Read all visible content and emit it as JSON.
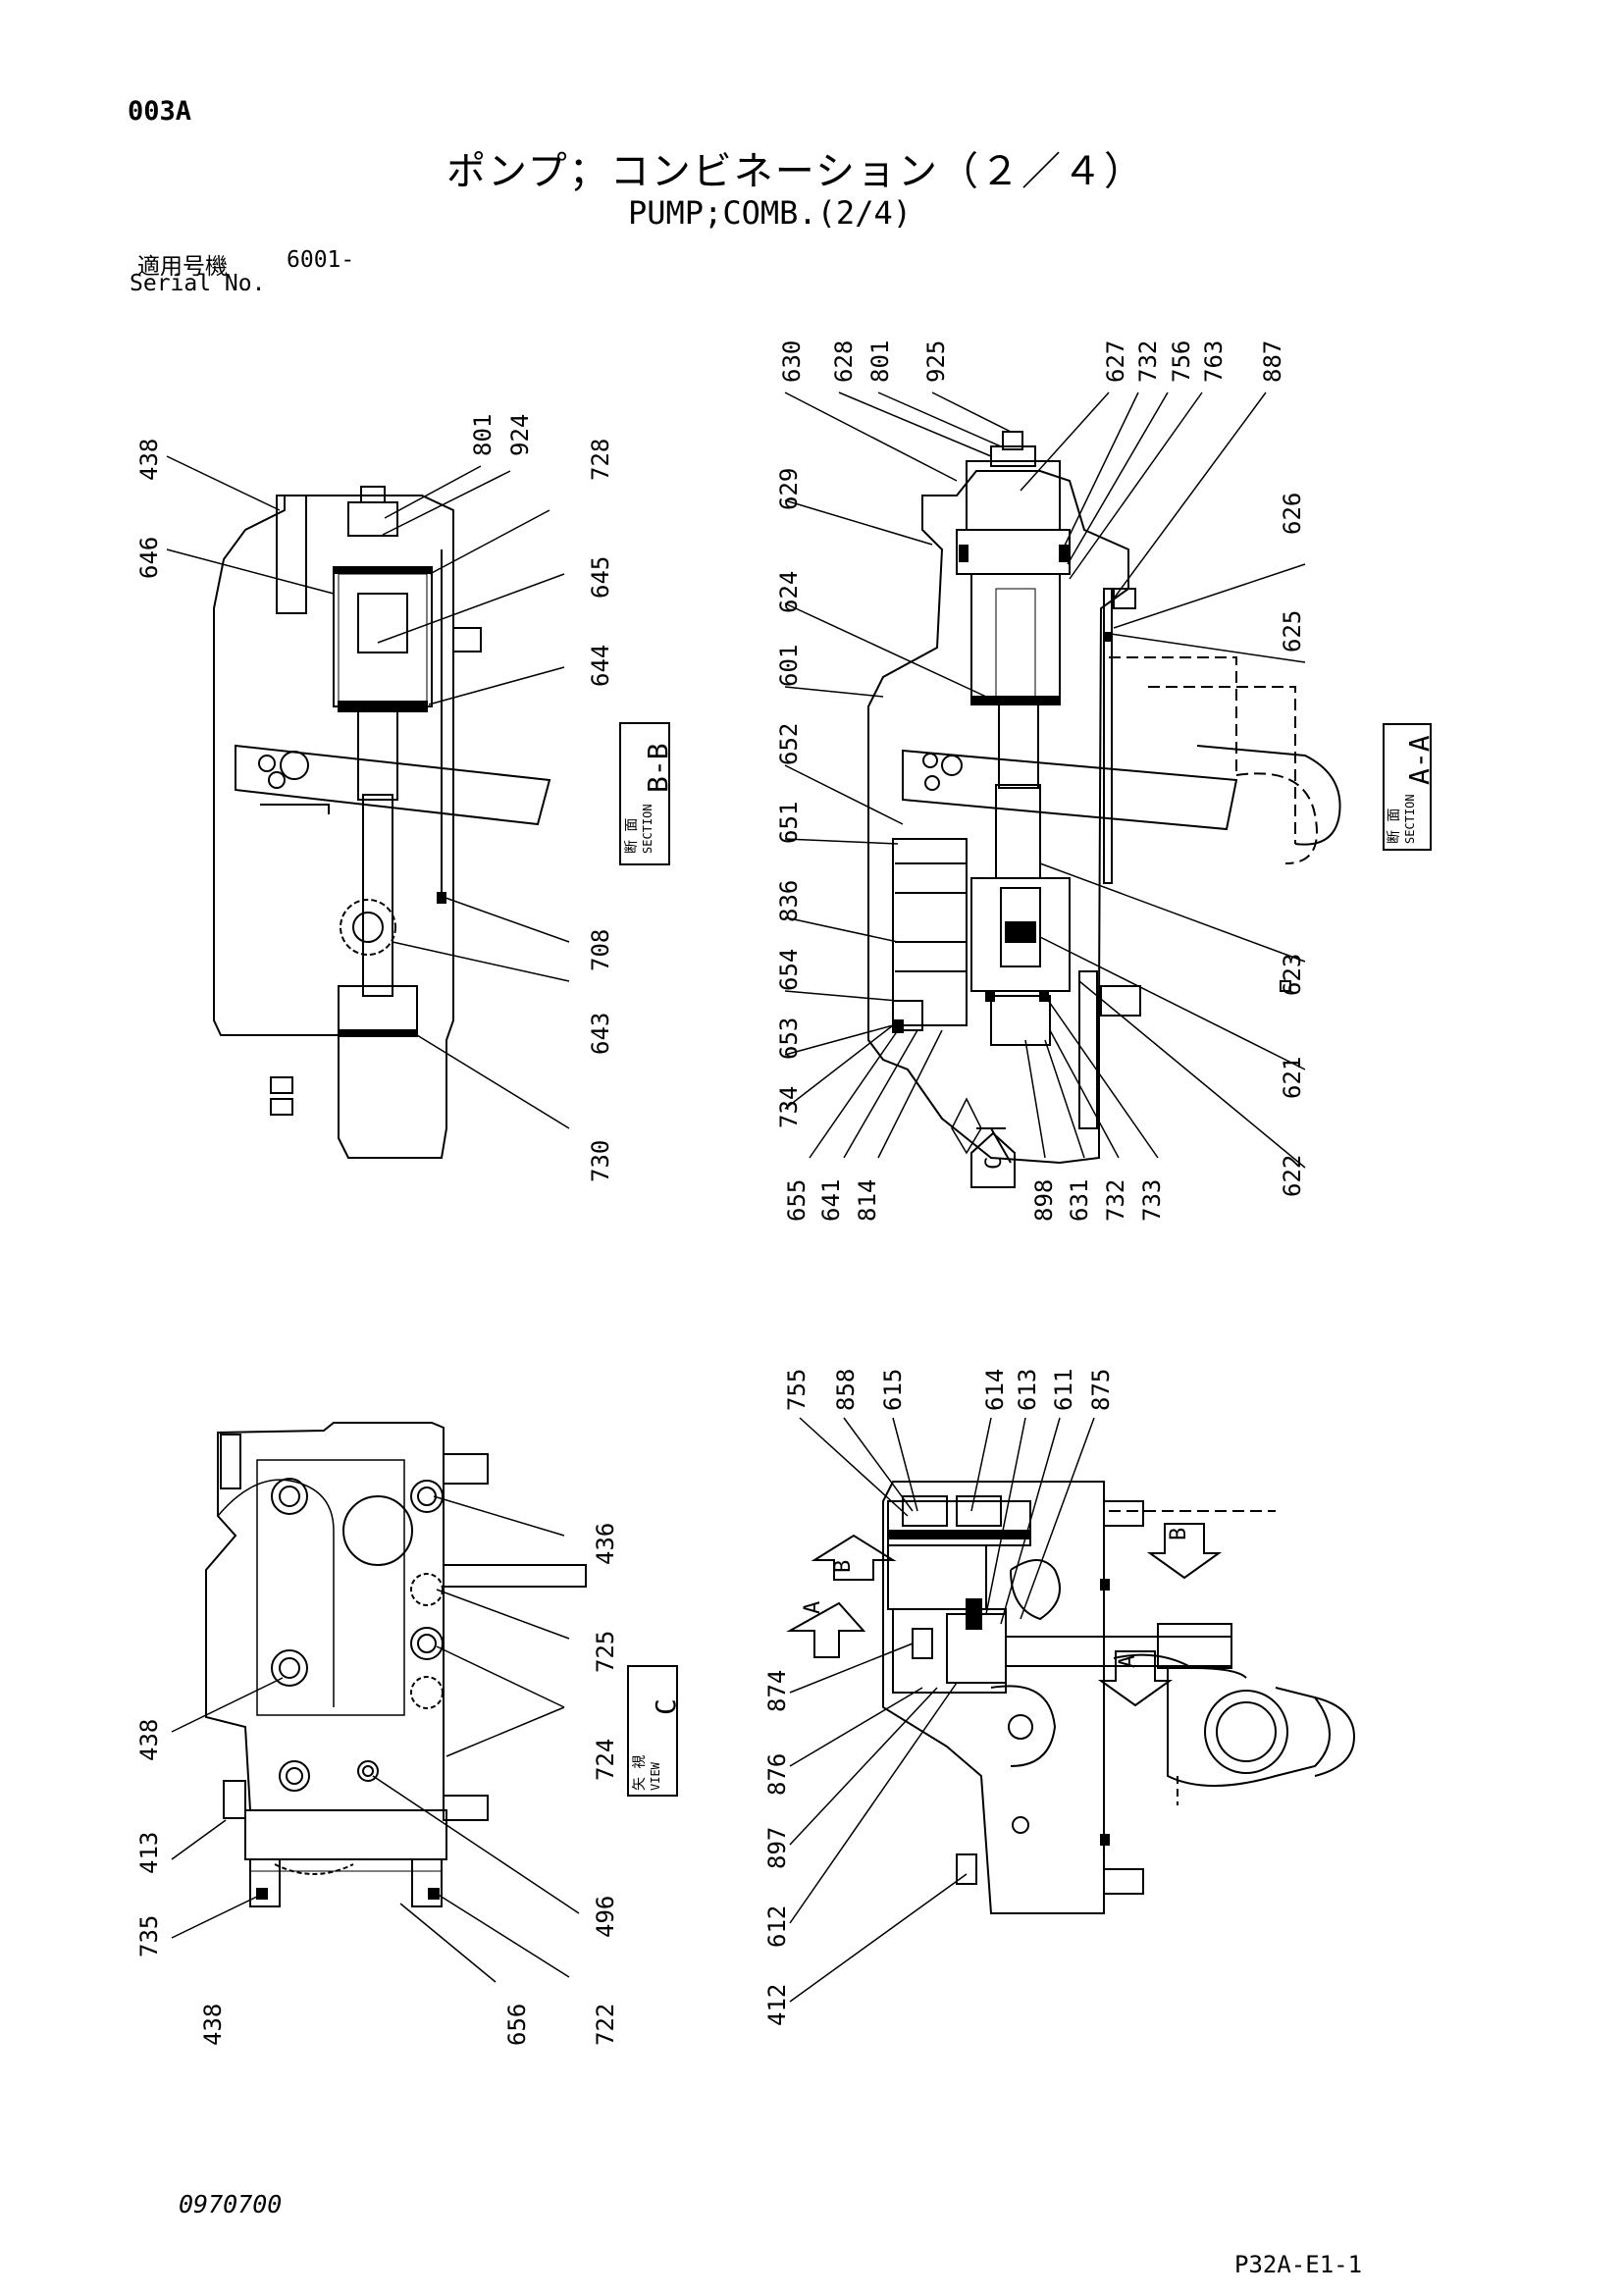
{
  "header": {
    "code": "003A",
    "title_ja": "ポンプ；コンビネーション（２／４）",
    "title_en": "PUMP;COMB.(2/4)",
    "serial_label_ja": "適用号機",
    "serial_value": "6001-",
    "serial_label_en": "Serial No."
  },
  "footer": {
    "doc_number": "0970700",
    "page_ref": "P32A-E1-1"
  },
  "views": {
    "bb": {
      "kanji": "断 面",
      "label": "SECTION",
      "id": "B-B"
    },
    "aa": {
      "kanji": "断 面",
      "label": "SECTION",
      "id": "A-A"
    },
    "c": {
      "kanji": "矢 視",
      "label": "VIEW",
      "id": "C"
    }
  },
  "markers": {
    "a": "A",
    "b": "B",
    "c": "C"
  },
  "part_numbers": {
    "bb_top": [
      "438",
      "646",
      "801",
      "924",
      "728",
      "645",
      "644"
    ],
    "bb_right": [
      "708",
      "643",
      "730"
    ],
    "aa_top": [
      "630",
      "628",
      "801",
      "925",
      "627",
      "732",
      "756",
      "763",
      "887"
    ],
    "aa_left": [
      "629",
      "624",
      "601",
      "652",
      "651",
      "836",
      "654",
      "653",
      "734"
    ],
    "aa_right": [
      "626",
      "625",
      "623",
      "621",
      "622"
    ],
    "aa_bottom": [
      "655",
      "641",
      "814",
      "898",
      "631",
      "732",
      "733"
    ],
    "vc_right": [
      "436",
      "725",
      "724",
      "496",
      "722"
    ],
    "vc_left": [
      "438",
      "413",
      "735",
      "438",
      "656"
    ],
    "front_top": [
      "755",
      "858",
      "615",
      "614",
      "613",
      "611",
      "875"
    ],
    "front_left": [
      "874",
      "876",
      "897",
      "612",
      "412"
    ]
  }
}
